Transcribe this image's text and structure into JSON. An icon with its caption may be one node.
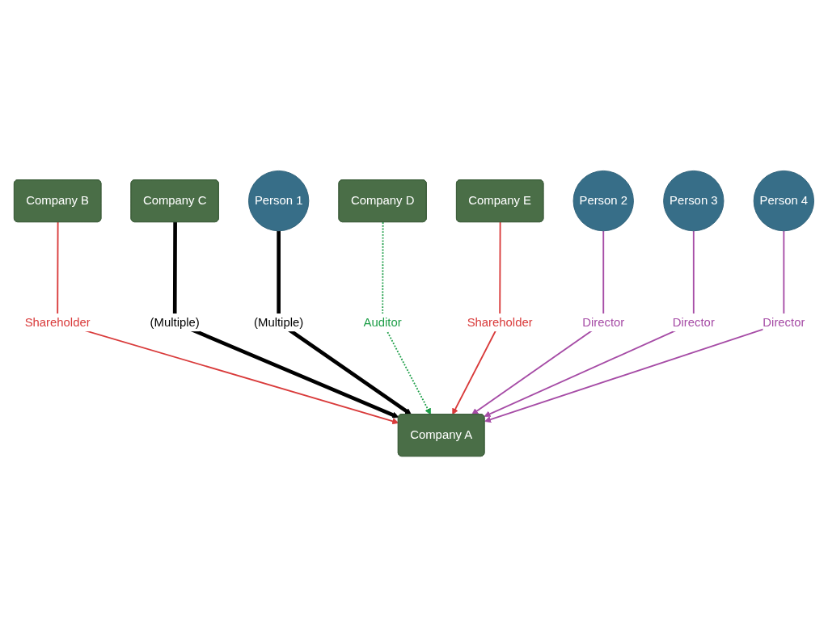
{
  "diagram": {
    "nodes": [
      {
        "text": [
          "Company B"
        ]
      },
      {
        "text": [
          "Company C"
        ]
      },
      {
        "text": [
          "Person 1"
        ]
      },
      {
        "text": [
          "Company A"
        ]
      },
      {
        "text": [
          "Company D"
        ]
      },
      {
        "text": [
          "Company E"
        ]
      },
      {
        "text": [
          "Person 2"
        ]
      },
      {
        "text": [
          "Person 3"
        ]
      },
      {
        "text": [
          "Person 4"
        ]
      }
    ],
    "edges": [
      {
        "from": 0,
        "to": 3,
        "arrow": "to",
        "label": "Shareholder",
        "color": "#d93b3b"
      },
      {
        "from": 1,
        "to": 3,
        "arrow": "to",
        "label": "(Multiple)",
        "style": "thick",
        "color": "#000000"
      },
      {
        "from": 2,
        "to": 3,
        "arrow": "to",
        "label": "(Multiple)",
        "style": "thick",
        "color": "#000000"
      },
      {
        "from": 4,
        "to": 3,
        "arrow": "to",
        "label": "Auditor",
        "style": "dashed",
        "color": "#1e9e48"
      },
      {
        "from": 5,
        "to": 3,
        "arrow": "to",
        "label": "Shareholder",
        "color": "#d93b3b"
      },
      {
        "from": 6,
        "to": 3,
        "arrow": "to",
        "label": "Director",
        "color": "#a64ca6"
      },
      {
        "from": 7,
        "to": 3,
        "arrow": "to",
        "label": "Director",
        "color": "#a64ca6"
      },
      {
        "from": 8,
        "to": 3,
        "arrow": "to",
        "label": "Director",
        "color": "#a64ca6"
      }
    ]
  }
}
